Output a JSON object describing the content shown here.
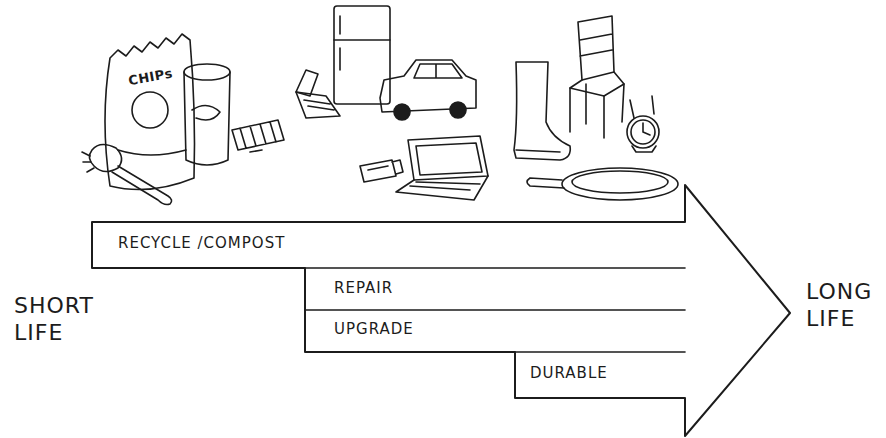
{
  "diagram": {
    "nodes": [
      {
        "text": [
          "RECYCLE /COMPOST"
        ]
      },
      {
        "text": [
          "REPAIR"
        ]
      },
      {
        "text": [
          "UPGRADE"
        ]
      },
      {
        "text": [
          "DURABLE"
        ]
      }
    ],
    "labels": [
      "SHORT LIFE",
      "LONG LIFE",
      "CHIPs"
    ]
  }
}
